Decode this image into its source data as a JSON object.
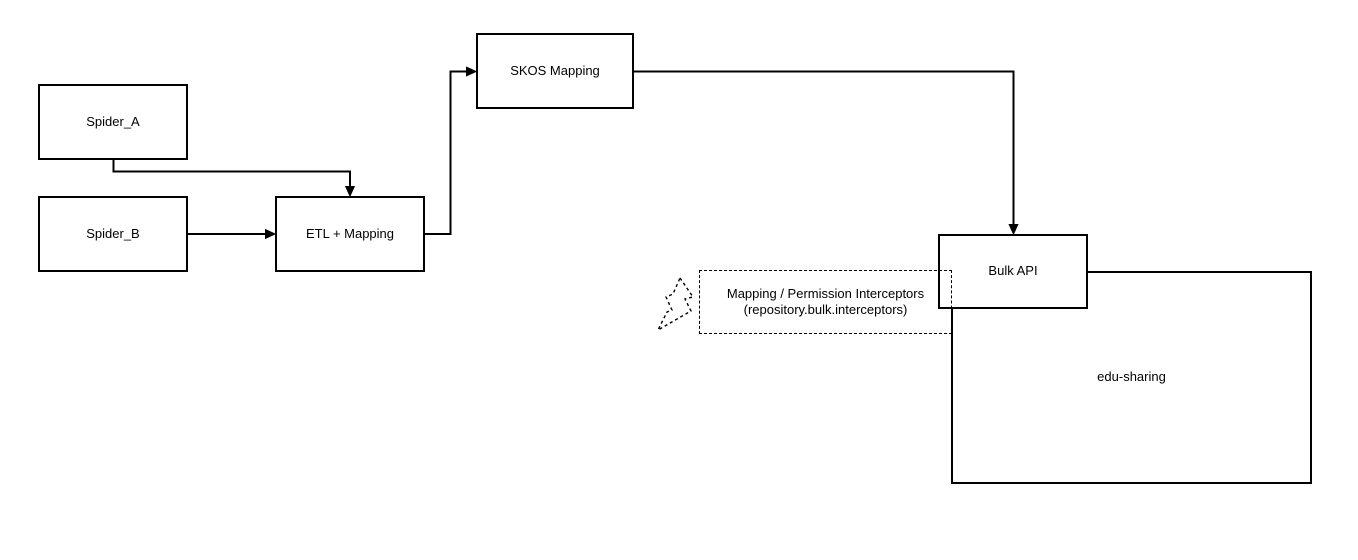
{
  "diagram": {
    "type": "flowchart",
    "background": "#ffffff",
    "stroke_color": "#000000",
    "text_color": "#000000",
    "node_fill": "#ffffff",
    "nodes": {
      "spider_a": {
        "label": "Spider_A",
        "shape": "rectangle",
        "border": "solid"
      },
      "spider_b": {
        "label": "Spider_B",
        "shape": "rectangle",
        "border": "solid"
      },
      "etl": {
        "label": "ETL + Mapping",
        "shape": "rectangle",
        "border": "solid"
      },
      "skos": {
        "label": "SKOS Mapping",
        "shape": "rectangle",
        "border": "solid"
      },
      "bulk_api": {
        "label": "Bulk API",
        "shape": "rectangle",
        "border": "solid"
      },
      "edu_sharing": {
        "label": "edu-sharing",
        "shape": "rectangle",
        "border": "solid"
      },
      "interceptors": {
        "line1": "Mapping / Permission Interceptors",
        "line2": "(repository.bulk.interceptors)",
        "shape": "rectangle",
        "border": "dashed"
      }
    },
    "edges": [
      {
        "from": "spider_a",
        "to": "etl",
        "style": "orthogonal",
        "arrow": "filled-triangle"
      },
      {
        "from": "spider_b",
        "to": "etl",
        "style": "straight",
        "arrow": "filled-triangle"
      },
      {
        "from": "etl",
        "to": "skos",
        "style": "orthogonal",
        "arrow": "filled-triangle"
      },
      {
        "from": "skos",
        "to": "bulk_api",
        "style": "orthogonal",
        "arrow": "filled-triangle"
      }
    ],
    "icons": [
      {
        "name": "lightning-bolt-icon",
        "style": "dashed-outline",
        "position": "left-of-interceptors"
      }
    ]
  }
}
